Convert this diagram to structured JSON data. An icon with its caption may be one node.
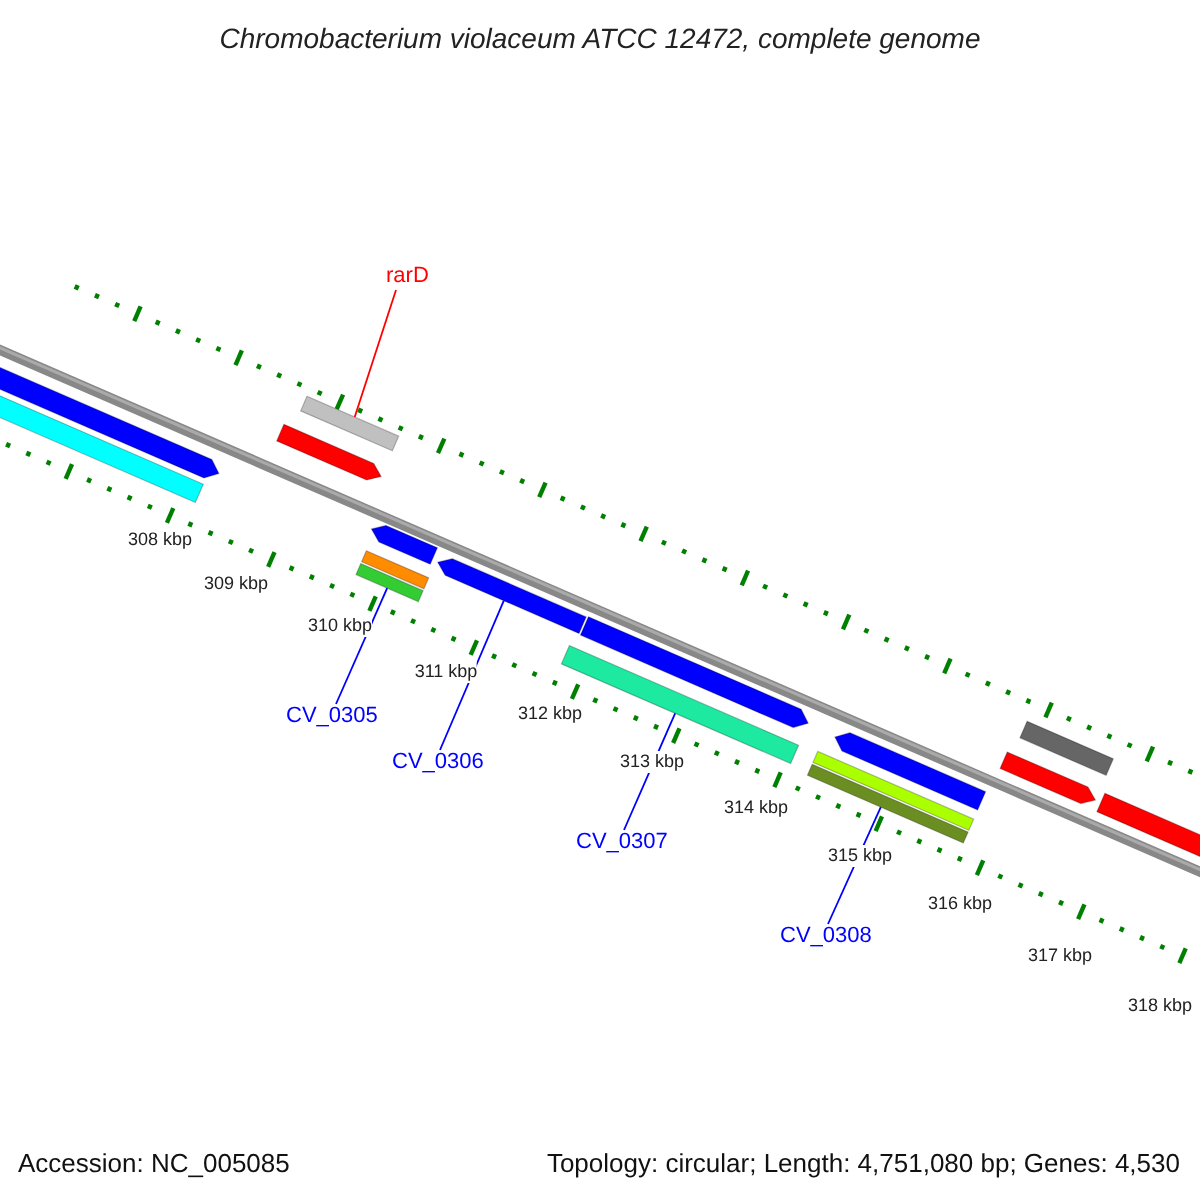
{
  "diagram": {
    "title": "Chromobacterium violaceum ATCC 12472, complete genome",
    "nodes": [
      {
        "text": [],
        "shape": "arrow"
      },
      {
        "text": [],
        "shape": "bar"
      },
      {
        "text": [
          "rarD"
        ]
      },
      {
        "text": [],
        "shape": "bar"
      },
      {
        "text": [],
        "shape": "arrow"
      },
      {
        "text": [],
        "shape": "arrow"
      },
      {
        "text": [],
        "shape": "bar"
      },
      {
        "text": [
          "CV_0305"
        ]
      },
      {
        "text": [],
        "shape": "bar"
      },
      {
        "text": [
          "CV_0306"
        ]
      },
      {
        "text": [],
        "shape": "arrow"
      },
      {
        "text": [],
        "shape": "arrow"
      },
      {
        "text": [
          "CV_0307"
        ]
      },
      {
        "text": [],
        "shape": "bar"
      },
      {
        "text": [],
        "shape": "arrow"
      },
      {
        "text": [],
        "shape": "bar"
      },
      {
        "text": [
          "CV_0308"
        ]
      },
      {
        "text": [],
        "shape": "bar"
      },
      {
        "text": [],
        "shape": "bar"
      },
      {
        "text": [],
        "shape": "arrow"
      },
      {
        "text": [],
        "shape": "arrow"
      }
    ],
    "edges": [
      {
        "from": 2,
        "to": 3,
        "arrow": "none",
        "color": "#ff0000"
      },
      {
        "from": 7,
        "to": 8,
        "arrow": "none"
      },
      {
        "from": 9,
        "to": 10,
        "arrow": "none"
      },
      {
        "from": 12,
        "to": 13,
        "arrow": "none"
      },
      {
        "from": 16,
        "to": 17,
        "arrow": "none"
      }
    ],
    "labels": [
      "308 kbp",
      "309 kbp",
      "310 kbp",
      "311 kbp",
      "312 kbp",
      "313 kbp",
      "314 kbp",
      "315 kbp",
      "316 kbp",
      "317 kbp",
      "318 kbp",
      "Accession: NC_005085",
      "Topology: circular; Length: 4,751,080 bp; Genes: 4,530"
    ]
  }
}
